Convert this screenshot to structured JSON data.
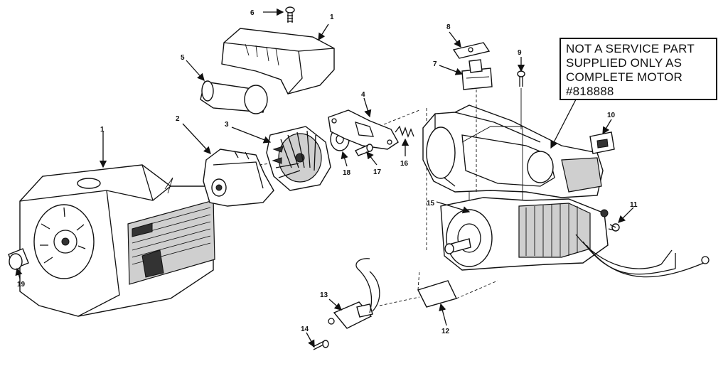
{
  "note": {
    "lines": [
      "NOT A SERVICE PART",
      "SUPPLIED ONLY AS",
      "COMPLETE MOTOR",
      "#818888"
    ]
  },
  "callouts": {
    "p1a": "1",
    "p1b": "1",
    "p2": "2",
    "p3": "3",
    "p4": "4",
    "p5": "5",
    "p6": "6",
    "p7": "7",
    "p8": "8",
    "p9": "9",
    "p10": "10",
    "p11": "11",
    "p12": "12",
    "p13": "13",
    "p14": "14",
    "p15": "15",
    "p16": "16",
    "p17": "17",
    "p18": "18",
    "p19": "19"
  }
}
